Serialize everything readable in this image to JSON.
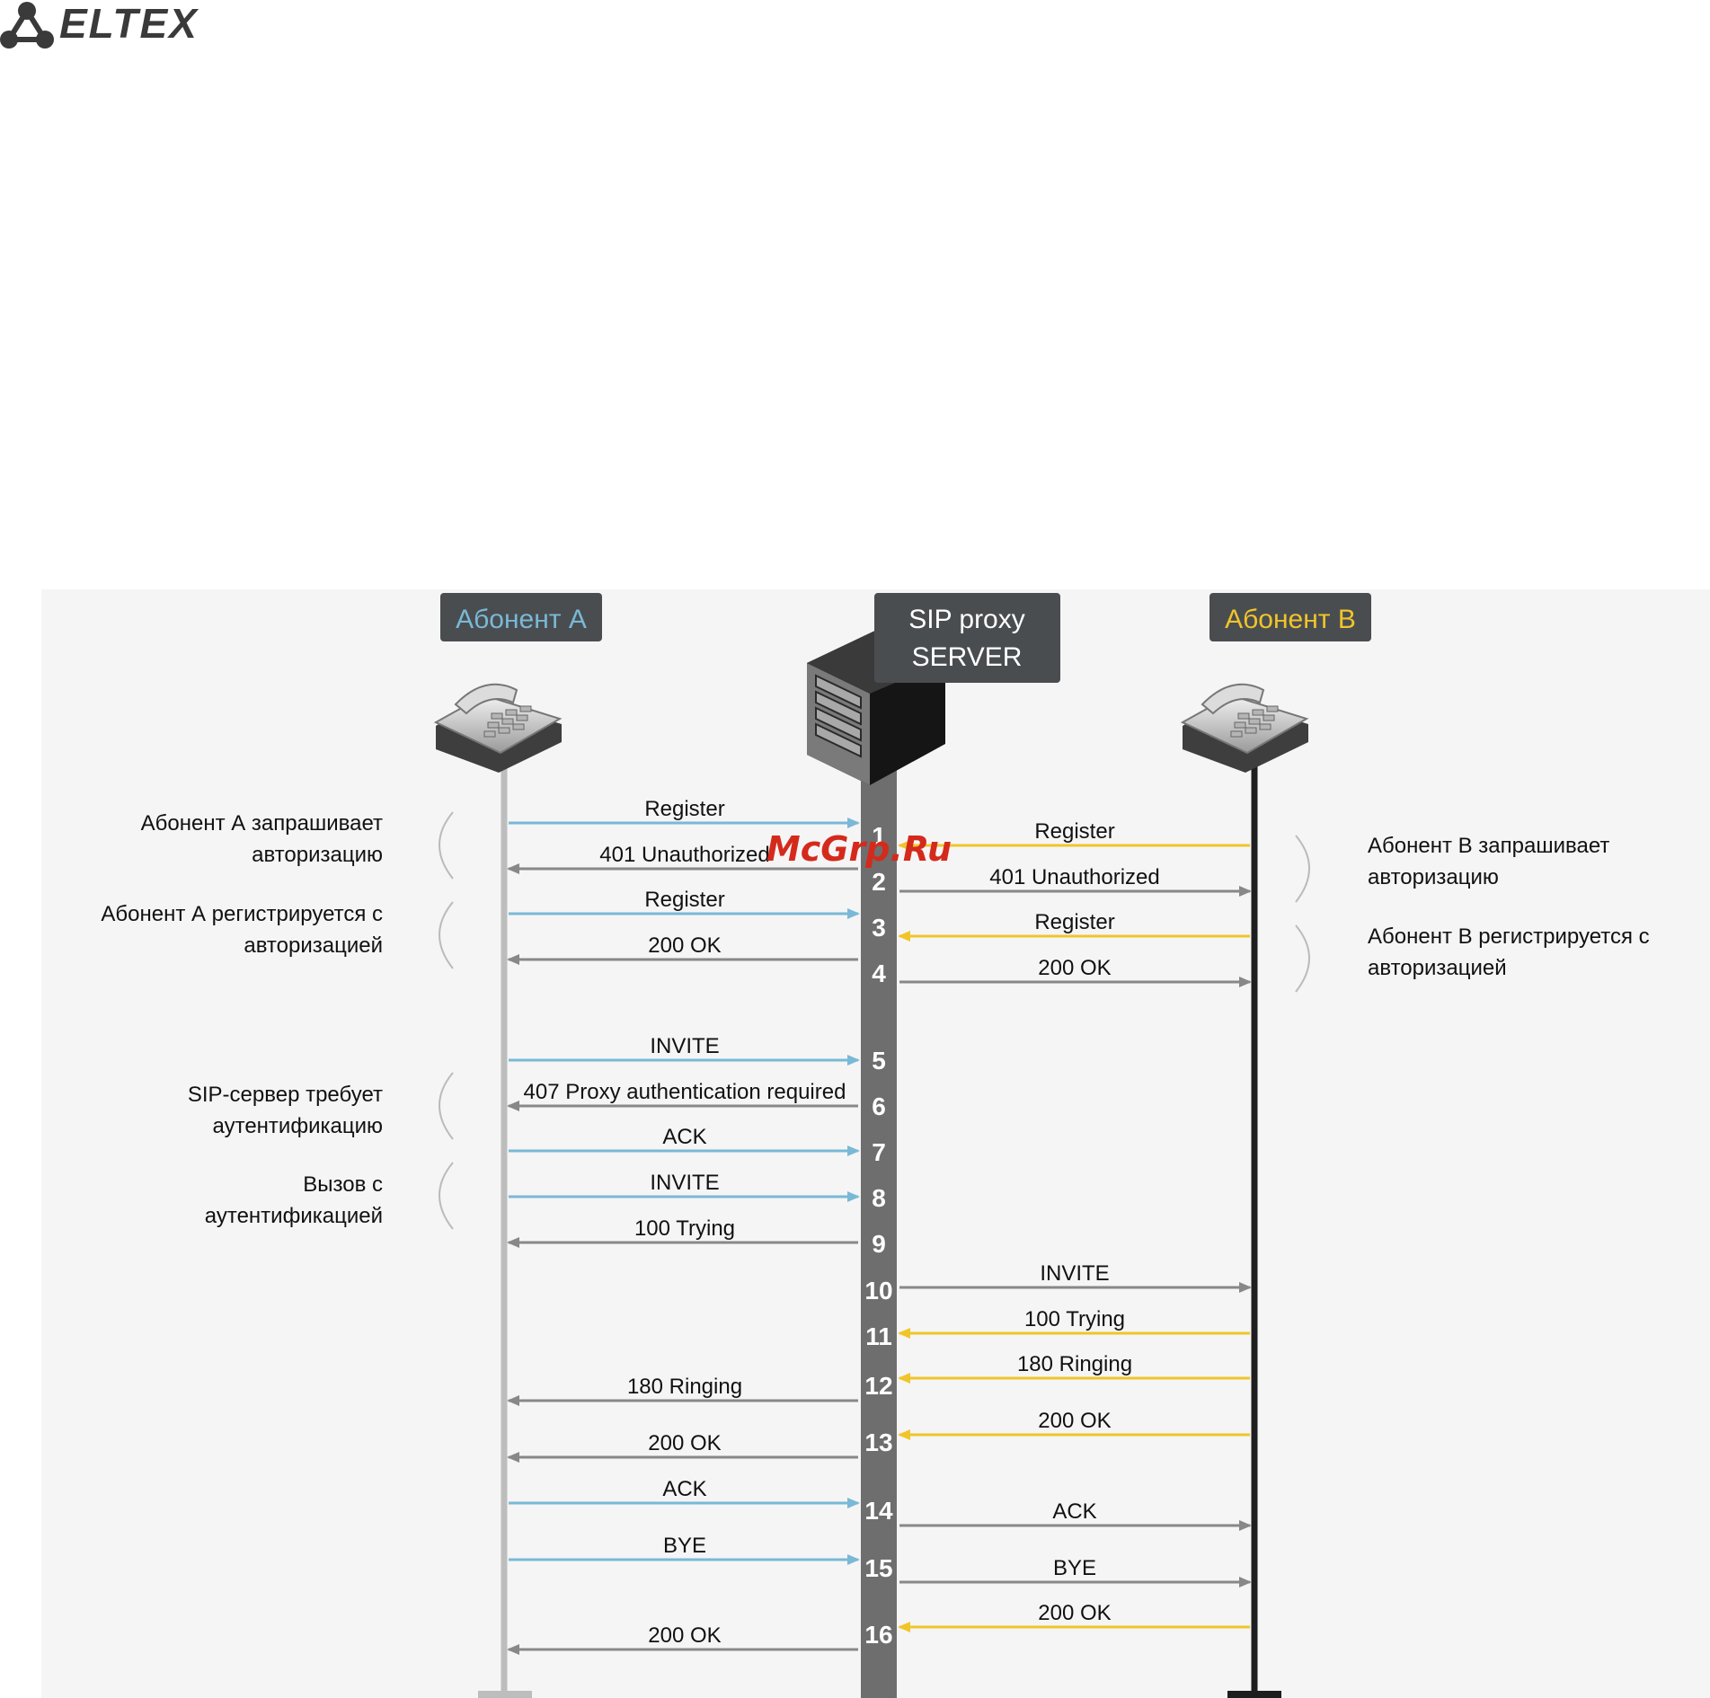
{
  "logo": {
    "text": "ELTEX"
  },
  "watermark": "McGrp.Ru",
  "colors": {
    "subscriber_a": "#79b9d6",
    "subscriber_b": "#f0c52a",
    "server_arrow": "#888888",
    "header_bg": "#4a4d50"
  },
  "participants": {
    "a": {
      "label": "Абонент А",
      "icon": "desk-phone-icon"
    },
    "server": {
      "line1": "SIP proxy",
      "line2": "SERVER",
      "icon": "server-tower-icon"
    },
    "b": {
      "label": "Абонент В",
      "icon": "desk-phone-icon"
    }
  },
  "messages": [
    {
      "step": "1",
      "label": "Register",
      "from": "a",
      "to": "server"
    },
    {
      "step": "1",
      "label": "Register",
      "from": "b",
      "to": "server"
    },
    {
      "step": "2",
      "label": "401 Unauthorized",
      "from": "server",
      "to": "a"
    },
    {
      "step": "2",
      "label": "401 Unauthorized",
      "from": "server",
      "to": "b"
    },
    {
      "step": "3",
      "label": "Register",
      "from": "a",
      "to": "server"
    },
    {
      "step": "3",
      "label": "Register",
      "from": "b",
      "to": "server"
    },
    {
      "step": "4",
      "label": "200 OK",
      "from": "server",
      "to": "a"
    },
    {
      "step": "4",
      "label": "200 OK",
      "from": "server",
      "to": "b"
    },
    {
      "step": "5",
      "label": "INVITE",
      "from": "a",
      "to": "server"
    },
    {
      "step": "6",
      "label": "407 Proxy authentication required",
      "from": "server",
      "to": "a"
    },
    {
      "step": "7",
      "label": "ACK",
      "from": "a",
      "to": "server"
    },
    {
      "step": "8",
      "label": "INVITE",
      "from": "a",
      "to": "server"
    },
    {
      "step": "9",
      "label": "100 Trying",
      "from": "server",
      "to": "a"
    },
    {
      "step": "10",
      "label": "INVITE",
      "from": "server",
      "to": "b"
    },
    {
      "step": "11",
      "label": "100 Trying",
      "from": "b",
      "to": "server"
    },
    {
      "step": "12",
      "label": "180 Ringing",
      "from": "b",
      "to": "server"
    },
    {
      "step": "12",
      "label": "180 Ringing",
      "from": "server",
      "to": "a"
    },
    {
      "step": "13",
      "label": "200 OK",
      "from": "b",
      "to": "server"
    },
    {
      "step": "13",
      "label": "200 OK",
      "from": "server",
      "to": "a"
    },
    {
      "step": "14",
      "label": "ACK",
      "from": "a",
      "to": "server"
    },
    {
      "step": "14",
      "label": "ACK",
      "from": "server",
      "to": "b"
    },
    {
      "step": "15",
      "label": "BYE",
      "from": "a",
      "to": "server"
    },
    {
      "step": "15",
      "label": "BYE",
      "from": "server",
      "to": "b"
    },
    {
      "step": "16",
      "label": "200 OK",
      "from": "b",
      "to": "server"
    },
    {
      "step": "16",
      "label": "200 OK",
      "from": "server",
      "to": "a"
    }
  ],
  "steps": [
    "1",
    "2",
    "3",
    "4",
    "5",
    "6",
    "7",
    "8",
    "9",
    "10",
    "11",
    "12",
    "13",
    "14",
    "15",
    "16"
  ],
  "notes": {
    "a1": [
      "Абонент А запрашивает",
      "авторизацию"
    ],
    "a2": [
      "Абонент А регистрируется с",
      "авторизацией"
    ],
    "a3": [
      "SIP-сервер требует",
      "аутентификацию"
    ],
    "a4": [
      "Вызов с",
      "аутентификацией"
    ],
    "b1": [
      "Абонент В запрашивает",
      "авторизацию"
    ],
    "b2": [
      "Абонент В регистрируется с",
      "авторизацией"
    ]
  }
}
